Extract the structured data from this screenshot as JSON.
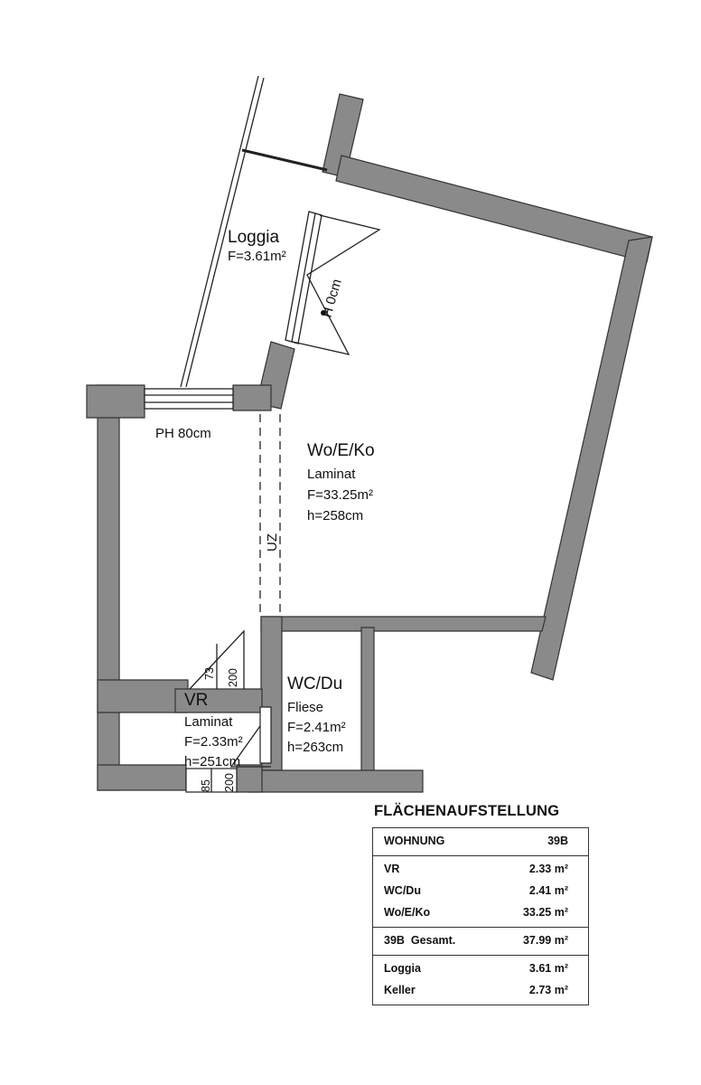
{
  "rooms": {
    "loggia": {
      "name": "Loggia",
      "area": "F=3.61m²"
    },
    "wohnen": {
      "name": "Wo/E/Ko",
      "floor": "Laminat",
      "area": "F=33.25m²",
      "height": "h=258cm"
    },
    "wc": {
      "name": "WC/Du",
      "floor": "Fliese",
      "area": "F=2.41m²",
      "height": "h=263cm"
    },
    "vr": {
      "name": "VR",
      "floor": "Laminat",
      "area": "F=2.33m²",
      "height": "h=251cm"
    }
  },
  "annotations": {
    "ph80": "PH 80cm",
    "h0": "H 0cm",
    "uz": "UZ",
    "d73": "73",
    "d200a": "200",
    "d85": "85",
    "d200b": "200"
  },
  "area_table": {
    "title": "FLÄCHENAUFSTELLUNG",
    "header": {
      "label": "WOHNUNG",
      "value": "39B"
    },
    "rooms": [
      {
        "label": "VR",
        "value": "2.33 m²"
      },
      {
        "label": "WC/Du",
        "value": "2.41 m²"
      },
      {
        "label": "Wo/E/Ko",
        "value": "33.25 m²"
      }
    ],
    "total": {
      "label": "39B  Gesamt.",
      "value": "37.99 m²"
    },
    "extras": [
      {
        "label": "Loggia",
        "value": "3.61 m²"
      },
      {
        "label": "Keller",
        "value": "2.73 m²"
      }
    ]
  },
  "colors": {
    "wall": "#8a8a8a",
    "ink": "#111111",
    "paper": "#ffffff"
  }
}
